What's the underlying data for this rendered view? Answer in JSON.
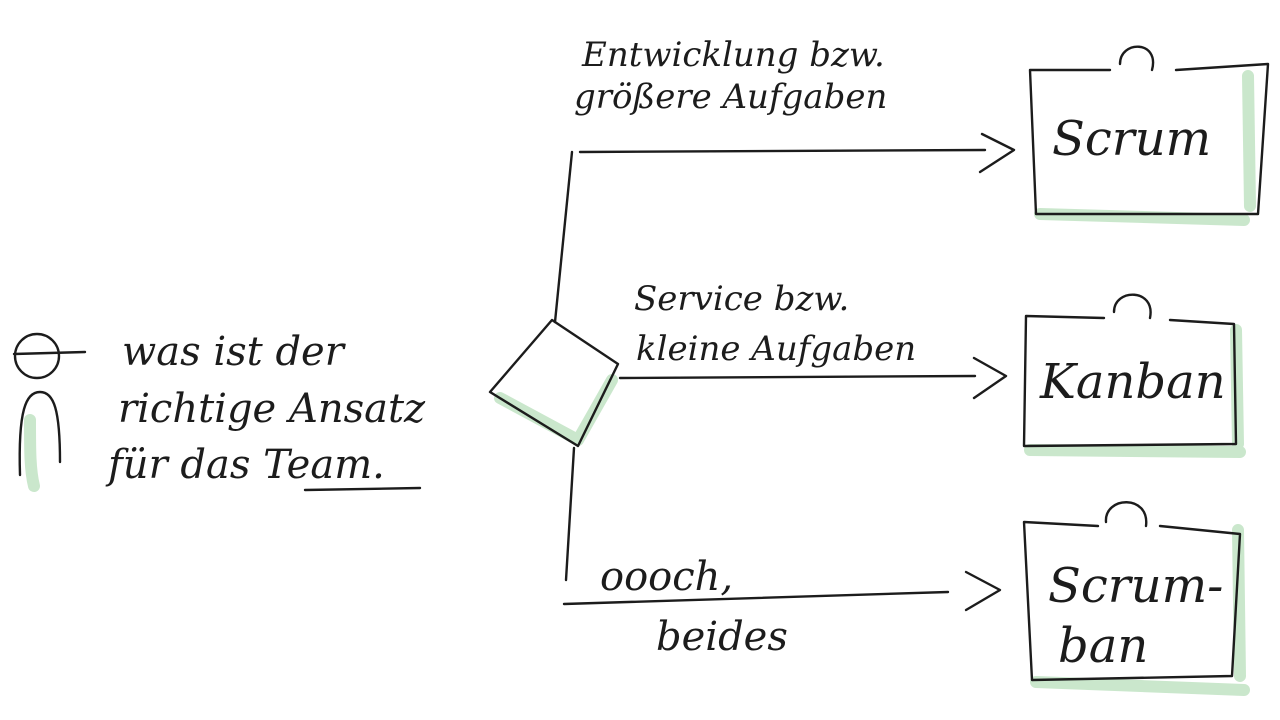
{
  "question": {
    "line1": "was ist der",
    "line2": "richtige Ansatz",
    "line3_prefix": "für das ",
    "line3_underlined": "Team",
    "line3_suffix": "."
  },
  "branches": [
    {
      "condition_line1": "Entwicklung bzw.",
      "condition_line2": "größere Aufgaben",
      "result_line1": "Scrum",
      "result_line2": ""
    },
    {
      "condition_line1": "Service bzw.",
      "condition_line2": "kleine Aufgaben",
      "result_line1": "Kanban",
      "result_line2": ""
    },
    {
      "condition_line1": "oooch,",
      "condition_line2": "beides",
      "result_line1": "Scrum-",
      "result_line2": "ban"
    }
  ],
  "colors": {
    "ink": "#1c1c1c",
    "highlight": "#9fd3a3"
  },
  "icons": {
    "person": "person-icon",
    "decision": "decision-diamond",
    "box_handle": "handle-icon",
    "arrow": "arrow-head-icon"
  }
}
